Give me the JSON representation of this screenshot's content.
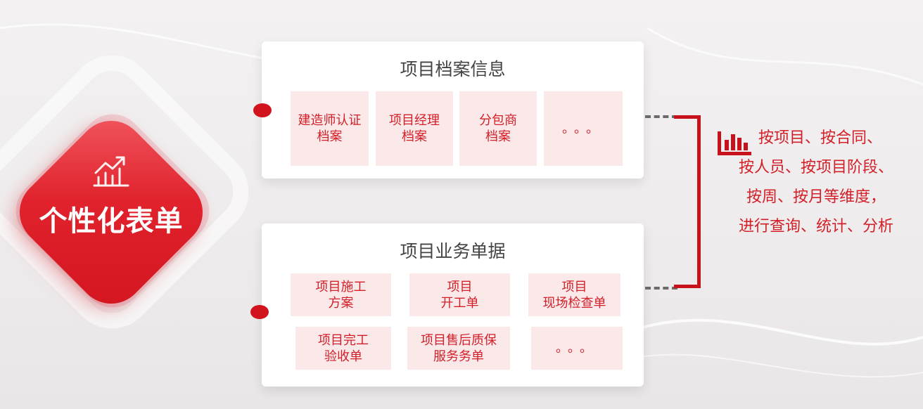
{
  "center": {
    "title": "个性化表单",
    "icon": "growth-chart-icon"
  },
  "archive": {
    "title": "项目档案信息",
    "items": [
      "建造师认证\n档案",
      "项目经理\n档案",
      "分包商\n档案",
      "。。。"
    ]
  },
  "business": {
    "title": "项目业务单据",
    "items": [
      "项目施工\n方案",
      "项目\n开工单",
      "项目\n现场检查单",
      "项目完工\n验收单",
      "项目售后质保\n服务务单",
      "。。。"
    ]
  },
  "analysis": {
    "icon": "bar-chart-icon",
    "lines": [
      "按项目、按合同、",
      "按人员、按项目阶段、",
      "按周、按月等维度，",
      "进行查询、统计、分析"
    ]
  },
  "colors": {
    "accent": "#d21f28",
    "cell_bg": "#fbe9ea"
  }
}
